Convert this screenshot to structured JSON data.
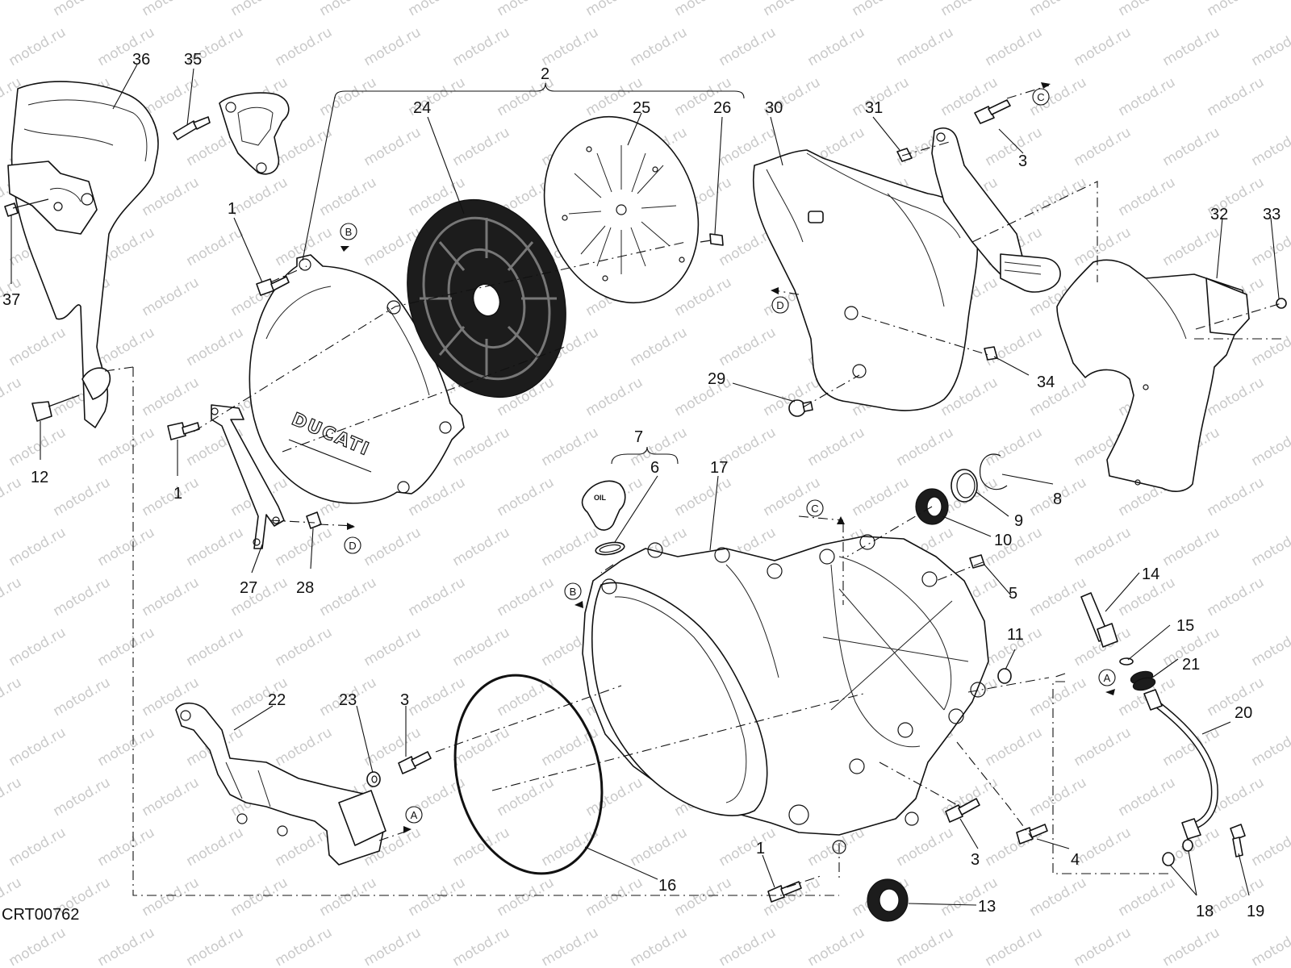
{
  "diagram_code": "CRT00762",
  "watermark_text": "motod.ru",
  "brand_logo_text": "DUCATI",
  "oil_cap_text": "OIL",
  "callouts": {
    "c1a": "1",
    "c1b": "1",
    "c1c": "1",
    "c2": "2",
    "c3a": "3",
    "c3b": "3",
    "c3c": "3",
    "c4": "4",
    "c5": "5",
    "c6": "6",
    "c7": "7",
    "c8": "8",
    "c9": "9",
    "c10": "10",
    "c11": "11",
    "c12": "12",
    "c13": "13",
    "c14": "14",
    "c15": "15",
    "c16": "16",
    "c17": "17",
    "c18": "18",
    "c19": "19",
    "c20": "20",
    "c21": "21",
    "c22": "22",
    "c23": "23",
    "c24": "24",
    "c25": "25",
    "c26": "26",
    "c27": "27",
    "c28": "28",
    "c29": "29",
    "c30": "30",
    "c31": "31",
    "c32": "32",
    "c33": "33",
    "c34": "34",
    "c35": "35",
    "c36": "36",
    "c37": "37"
  },
  "reference_marks": {
    "A": "A",
    "B": "B",
    "C": "C",
    "D": "D"
  }
}
